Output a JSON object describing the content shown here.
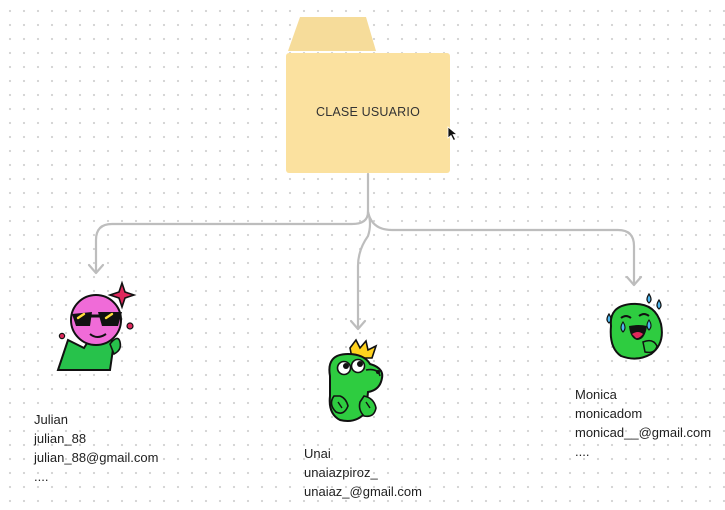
{
  "diagram": {
    "folder": {
      "label": "CLASE USUARIO",
      "icon": "folder-icon",
      "color": "#fbe19f"
    },
    "connector_color": "#bdbdbd",
    "users": [
      {
        "name": "Julian",
        "username": "julian_88",
        "email": "julian_88@gmail.com",
        "more": "....",
        "sticker": "cool-sunglasses-sticker"
      },
      {
        "name": "Unai",
        "username": "unaiazpiroz_",
        "email": "unaiaz_@gmail.com",
        "sticker": "frog-crown-sticker"
      },
      {
        "name": "Monica",
        "username": "monicadom",
        "email": "monicad__@gmail.com",
        "more": "....",
        "sticker": "laughing-blob-sticker"
      }
    ]
  }
}
